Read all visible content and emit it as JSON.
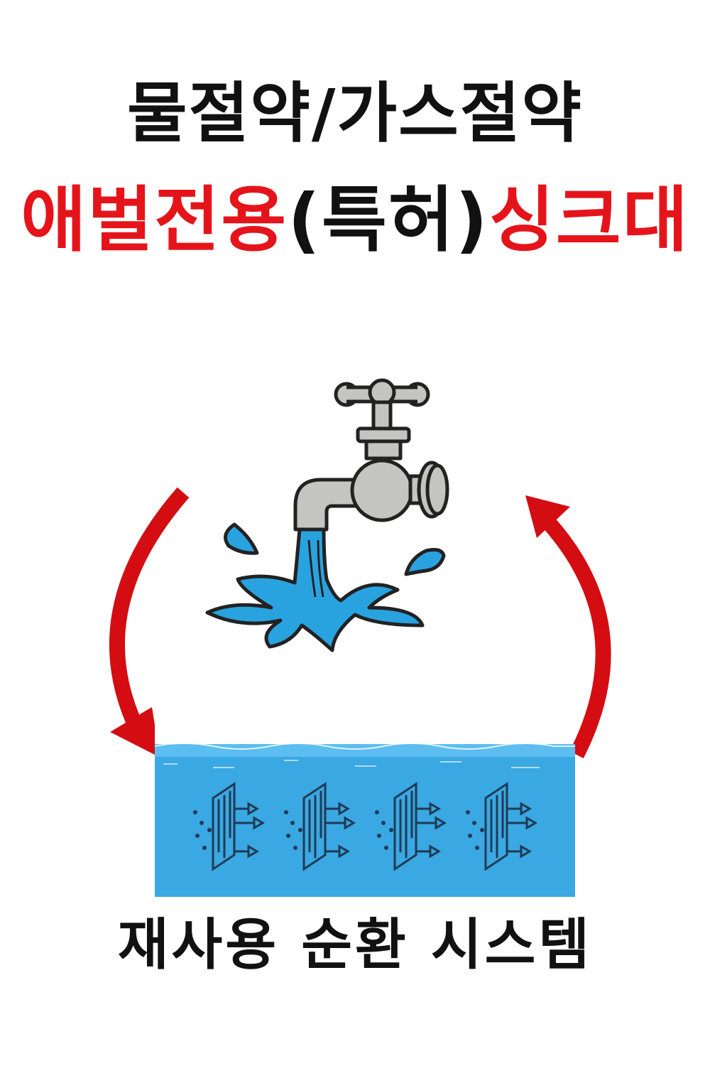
{
  "title": {
    "line1": "물절약/가스절약",
    "line2_part1": "애벌전용",
    "line2_part2": "(특허)",
    "line2_part3": "싱크대"
  },
  "caption": "재사용 순환 시스템",
  "colors": {
    "title_red": "#e5141b",
    "arrow_red": "#d40d12",
    "water_blue": "#3aa8e2",
    "faucet_gray": "#c4c4c2",
    "splash_blue": "#29a3e0",
    "outline": "#222222"
  },
  "icons": {
    "faucet": "faucet-icon",
    "splash": "water-splash-icon",
    "filter": "filter-icon",
    "arrow_down": "cycle-arrow-down-icon",
    "arrow_up": "cycle-arrow-up-icon"
  }
}
